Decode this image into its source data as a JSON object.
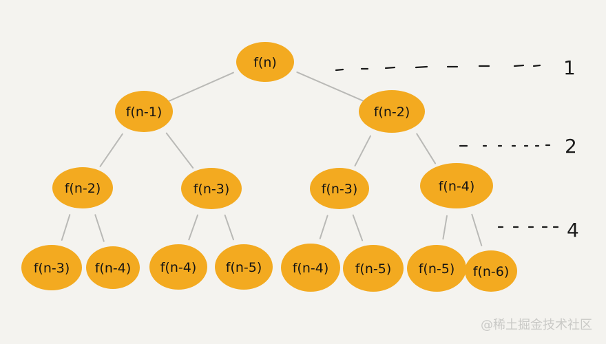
{
  "nodes": [
    {
      "id": "n0",
      "label": "f(n)"
    },
    {
      "id": "n1",
      "label": "f(n-1)"
    },
    {
      "id": "n2",
      "label": "f(n-2)"
    },
    {
      "id": "n3",
      "label": "f(n-2)"
    },
    {
      "id": "n4",
      "label": "f(n-3)"
    },
    {
      "id": "n5",
      "label": "f(n-3)"
    },
    {
      "id": "n6",
      "label": "f(n-4)"
    },
    {
      "id": "n7",
      "label": "f(n-3)"
    },
    {
      "id": "n8",
      "label": "f(n-4)"
    },
    {
      "id": "n9",
      "label": "f(n-4)"
    },
    {
      "id": "n10",
      "label": "f(n-5)"
    },
    {
      "id": "n11",
      "label": "f(n-4)"
    },
    {
      "id": "n12",
      "label": "f(n-5)"
    },
    {
      "id": "n13",
      "label": "f(n-5)"
    },
    {
      "id": "n14",
      "label": "f(n-6)"
    }
  ],
  "edges": [
    [
      "n0",
      "n1"
    ],
    [
      "n0",
      "n2"
    ],
    [
      "n1",
      "n3"
    ],
    [
      "n1",
      "n4"
    ],
    [
      "n2",
      "n5"
    ],
    [
      "n2",
      "n6"
    ],
    [
      "n3",
      "n7"
    ],
    [
      "n3",
      "n8"
    ],
    [
      "n4",
      "n9"
    ],
    [
      "n4",
      "n10"
    ],
    [
      "n5",
      "n11"
    ],
    [
      "n5",
      "n12"
    ],
    [
      "n6",
      "n13"
    ],
    [
      "n6",
      "n14"
    ]
  ],
  "levels": [
    {
      "label": "1"
    },
    {
      "label": "2"
    },
    {
      "label": "4"
    }
  ],
  "watermark": "@稀土掘金技术社区",
  "colors": {
    "node_fill": "#f3aa20",
    "edge": "#b9b9b6",
    "text": "#141414",
    "background": "#f4f3ef"
  }
}
